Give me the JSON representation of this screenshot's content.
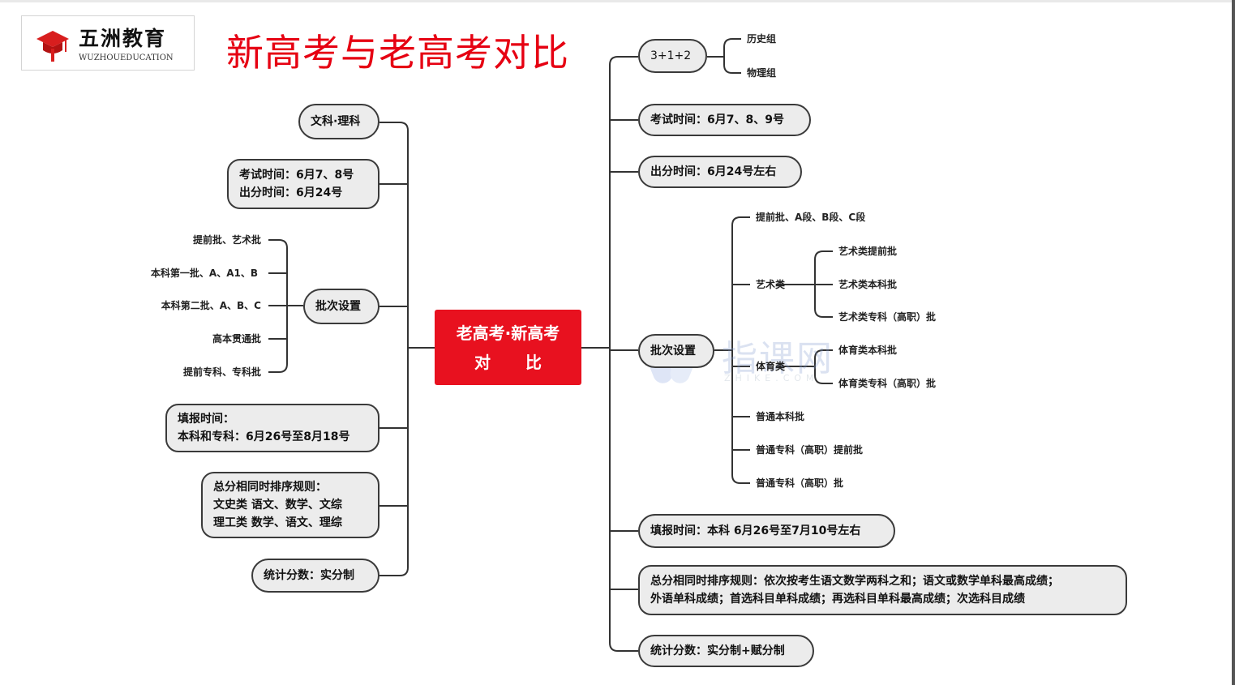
{
  "logo": {
    "name_cn": "五洲教育",
    "name_en": "WUZHOUEDUCATION"
  },
  "title": "新高考与老高考对比",
  "center": {
    "line1": "老高考·新高考",
    "line2": "对 比"
  },
  "old_exam": {
    "subjects": "文科·理科",
    "exam_time": "考试时间：6月7、8号",
    "score_time": "出分时间：6月24号",
    "batch_title": "批次设置",
    "batches": [
      "提前批、艺术批",
      "本科第一批、A、A1、B",
      "本科第二批、A、B、C",
      "高本贯通批",
      "提前专科、专科批"
    ],
    "fill_line1": "填报时间：",
    "fill_line2": "本科和专科：6月26号至8月18号",
    "rank_line1": "总分相同时排序规则：",
    "rank_line2": "文史类 语文、数学、文综",
    "rank_line3": "理工类  数学、语文、理综",
    "score_stat": "统计分数：实分制"
  },
  "new_exam": {
    "mode": "3+1+2",
    "groups": [
      "历史组",
      "物理组"
    ],
    "exam_time": "考试时间：6月7、8、9号",
    "score_time": "出分时间：6月24号左右",
    "batch_title": "批次设置",
    "batch_early": "提前批、A段、B段、C段",
    "art": "艺术类",
    "art_items": [
      "艺术类提前批",
      "艺术类本科批",
      "艺术类专科（高职）批"
    ],
    "sport": "体育类",
    "sport_items": [
      "体育类本科批",
      "体育类专科（高职）批"
    ],
    "normal_items": [
      "普通本科批",
      "普通专科（高职）提前批",
      "普通专科（高职）批"
    ],
    "fill_time": "填报时间：本科 6月26号至7月10号左右",
    "rank_line1": "总分相同时排序规则：依次按考生语文数学两科之和；语文或数学单科最高成绩；",
    "rank_line2": "外语单科成绩；首选科目单科成绩；再选科目单科最高成绩；次选科目成绩",
    "score_stat": "统计分数：实分制+赋分制"
  },
  "watermark": {
    "text": "指课网",
    "sub": "ZHIKE.COM"
  }
}
